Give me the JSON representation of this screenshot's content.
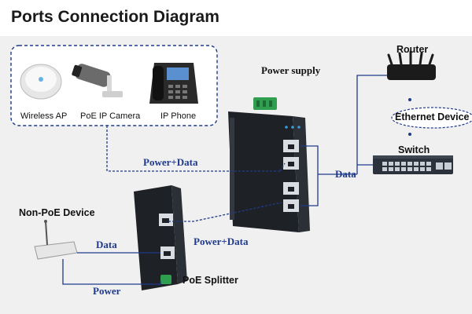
{
  "title": "Ports Connection Diagram",
  "devices": {
    "wireless_ap": "Wireless AP",
    "poe_ip_camera": "PoE IP Camera",
    "ip_phone": "IP Phone",
    "power_supply": "Power supply",
    "router": "Router",
    "ethernet_device": "Ethernet Device",
    "switch": "Switch",
    "non_poe_device": "Non-PoE Device",
    "poe_splitter": "PoE Splitter"
  },
  "links": {
    "power_data_top": "Power+Data",
    "data_right": "Data",
    "power_data_bottom": "Power+Data",
    "data_left": "Data",
    "power": "Power"
  },
  "colors": {
    "line": "#1f3a8a",
    "panel": "#f0f0f0",
    "housing": "#1e2126",
    "terminal": "#2f9e4f"
  }
}
